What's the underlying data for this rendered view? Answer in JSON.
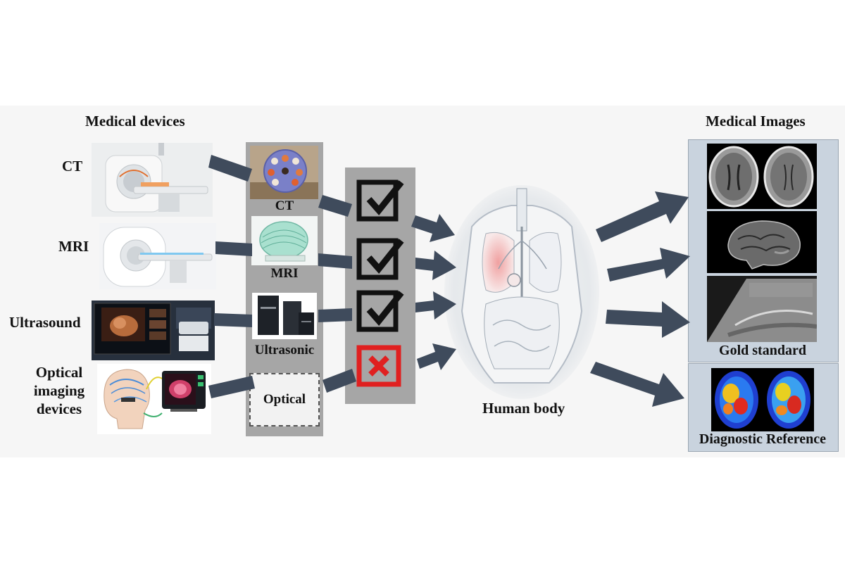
{
  "headers": {
    "medical_devices": "Medical devices",
    "medical_images": "Medical Images",
    "human_body": "Human body"
  },
  "devices": [
    {
      "label": "CT",
      "icon": "ct-scanner-photo"
    },
    {
      "label": "MRI",
      "icon": "mri-scanner-photo"
    },
    {
      "label": "Ultrasound",
      "icon": "ultrasound-machine-photo"
    },
    {
      "label_lines": [
        "Optical",
        "imaging",
        "devices"
      ],
      "icon": "optical-imaging-device-photo"
    }
  ],
  "phantoms": [
    {
      "label": "CT"
    },
    {
      "label": "MRI"
    },
    {
      "label": "Ultrasonic"
    },
    {
      "label": "Optical"
    }
  ],
  "validation_marks": [
    {
      "state": "check",
      "color": "#111111"
    },
    {
      "state": "check",
      "color": "#111111"
    },
    {
      "state": "check",
      "color": "#111111"
    },
    {
      "state": "cross",
      "color": "#e02020"
    }
  ],
  "output_labels": {
    "gold_standard": "Gold standard",
    "diagnostic_reference": "Diagnostic Reference"
  },
  "colors": {
    "arrow": "#3f4b5c",
    "gray_panel": "#a6a6a6",
    "right_panel": "#c9d3de",
    "cross_red": "#e02020"
  }
}
